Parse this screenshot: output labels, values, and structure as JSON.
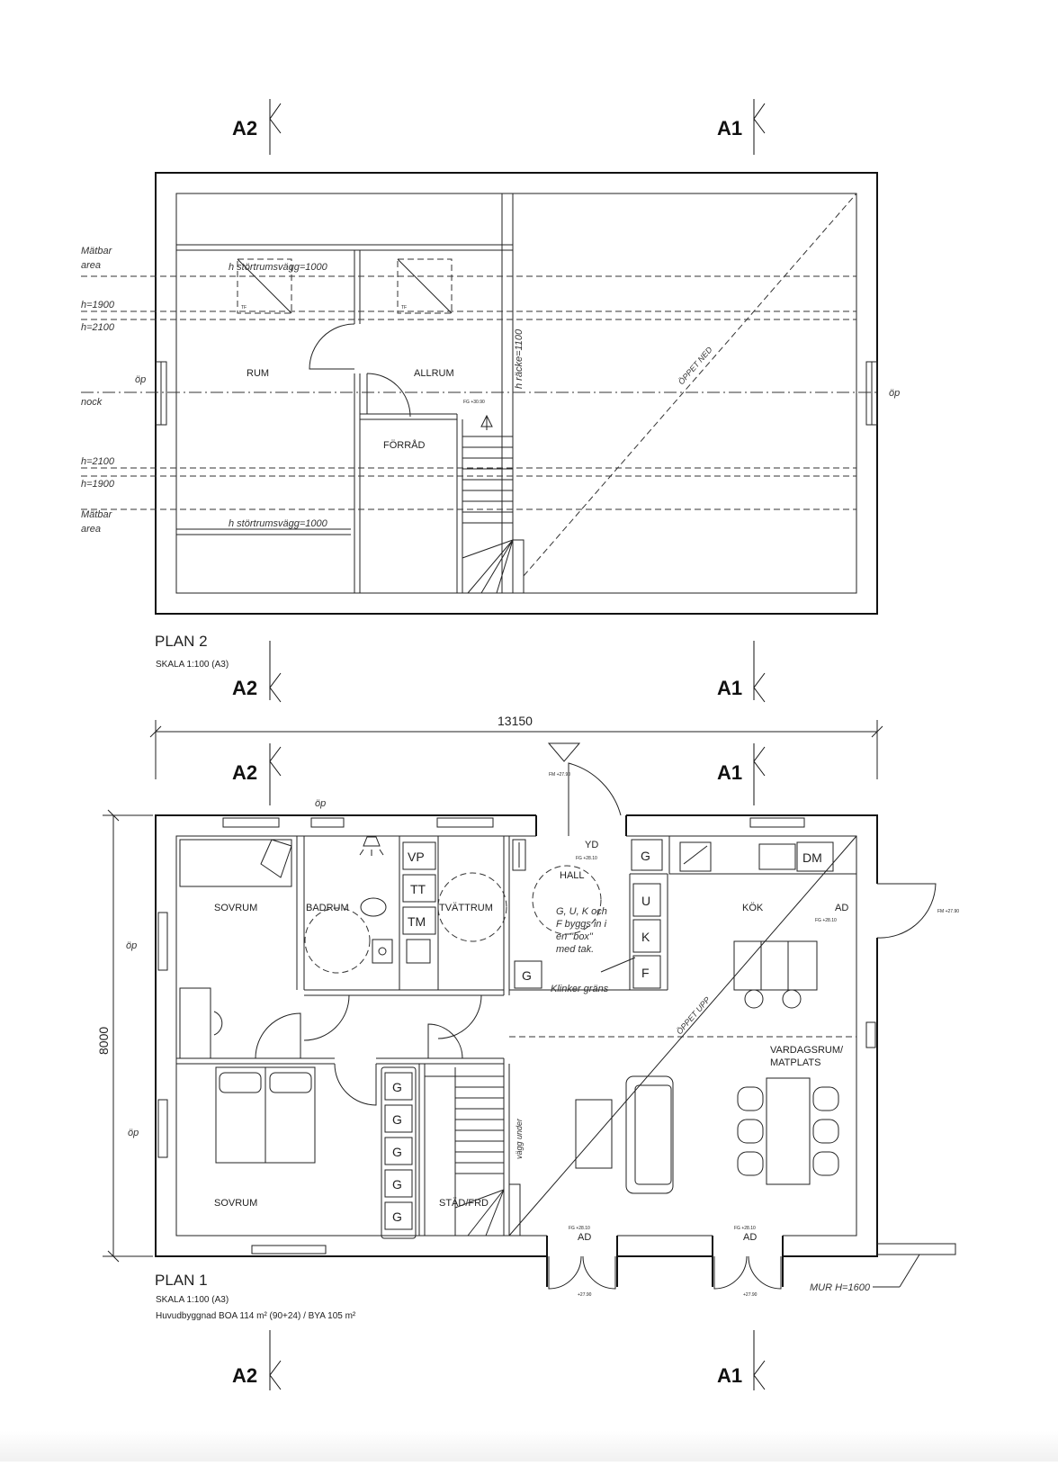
{
  "section_markers": {
    "a2": "A2",
    "a1": "A1"
  },
  "plan2": {
    "title": "PLAN 2",
    "scale": "SKALA 1:100 (A3)",
    "level_labels": {
      "matbar_top_1": "Mätbar",
      "matbar_top_2": "area",
      "h1900_top": "h=1900",
      "h2100_top": "h=2100",
      "nock": "nock",
      "h2100_bottom": "h=2100",
      "h1900_bottom": "h=1900",
      "matbar_bottom_1": "Mätbar",
      "matbar_bottom_2": "area"
    },
    "op_left": "öp",
    "op_right": "öp",
    "knee_wall_top": "h störtrumsvägg=1000",
    "knee_wall_bottom": "h störtrumsvägg=1000",
    "skylight_1": "TF",
    "skylight_2": "TF",
    "rooms": {
      "rum": "RUM",
      "allrum": "ALLRUM",
      "forrad": "FÖRRÅD"
    },
    "fg": "FG +30.90",
    "railing": "h räcke=1100",
    "open_below": "ÖPPET NED"
  },
  "plan1": {
    "title": "PLAN 1",
    "scale": "SKALA 1:100 (A3)",
    "area": "Huvudbyggnad BOA 114 m² (90+24) / BYA 105 m²",
    "dim_width": "13150",
    "dim_height": "8000",
    "op_top": "öp",
    "op_left_1": "öp",
    "op_left_2": "öp",
    "fm_entrance": "FM +27.90",
    "fm_side": "FM +27.90",
    "rooms": {
      "sovrum_1": "SOVRUM",
      "badrum": "BADRUM",
      "tvattrum": "TVÄTTRUM",
      "yd": "YD",
      "hall": "HALL",
      "kok": "KÖK",
      "ad_side": "AD",
      "vardagsrum": "VARDAGSRUM/",
      "matplats": "MATPLATS",
      "sovrum_2": "SOVRUM",
      "stad": "STÄD/FRD"
    },
    "fg_hall": "FG +28.10",
    "fg_side": "FG +28.10",
    "hall_note": [
      "G, U, K och",
      "F byggs in i",
      "en \"box\"",
      "med tak."
    ],
    "klinker": "Klinker gräns",
    "open_up": "ÖPPET UPP",
    "under_stairs": "vägg under",
    "wall_label": "MUR H=1600",
    "appliances": {
      "vp": "VP",
      "tt": "TT",
      "tm": "TM",
      "g_hall": "G",
      "g_kitchen": "G",
      "dm": "DM",
      "u": "U",
      "k": "K",
      "f": "F",
      "g_closets": [
        "G",
        "G",
        "G",
        "G",
        "G"
      ]
    },
    "door_1": {
      "fg": "FG +28.10",
      "ad": "AD",
      "fm": "+27.90"
    },
    "door_2": {
      "fg": "FG +28.10",
      "ad": "AD",
      "fm": "+27.90"
    }
  }
}
